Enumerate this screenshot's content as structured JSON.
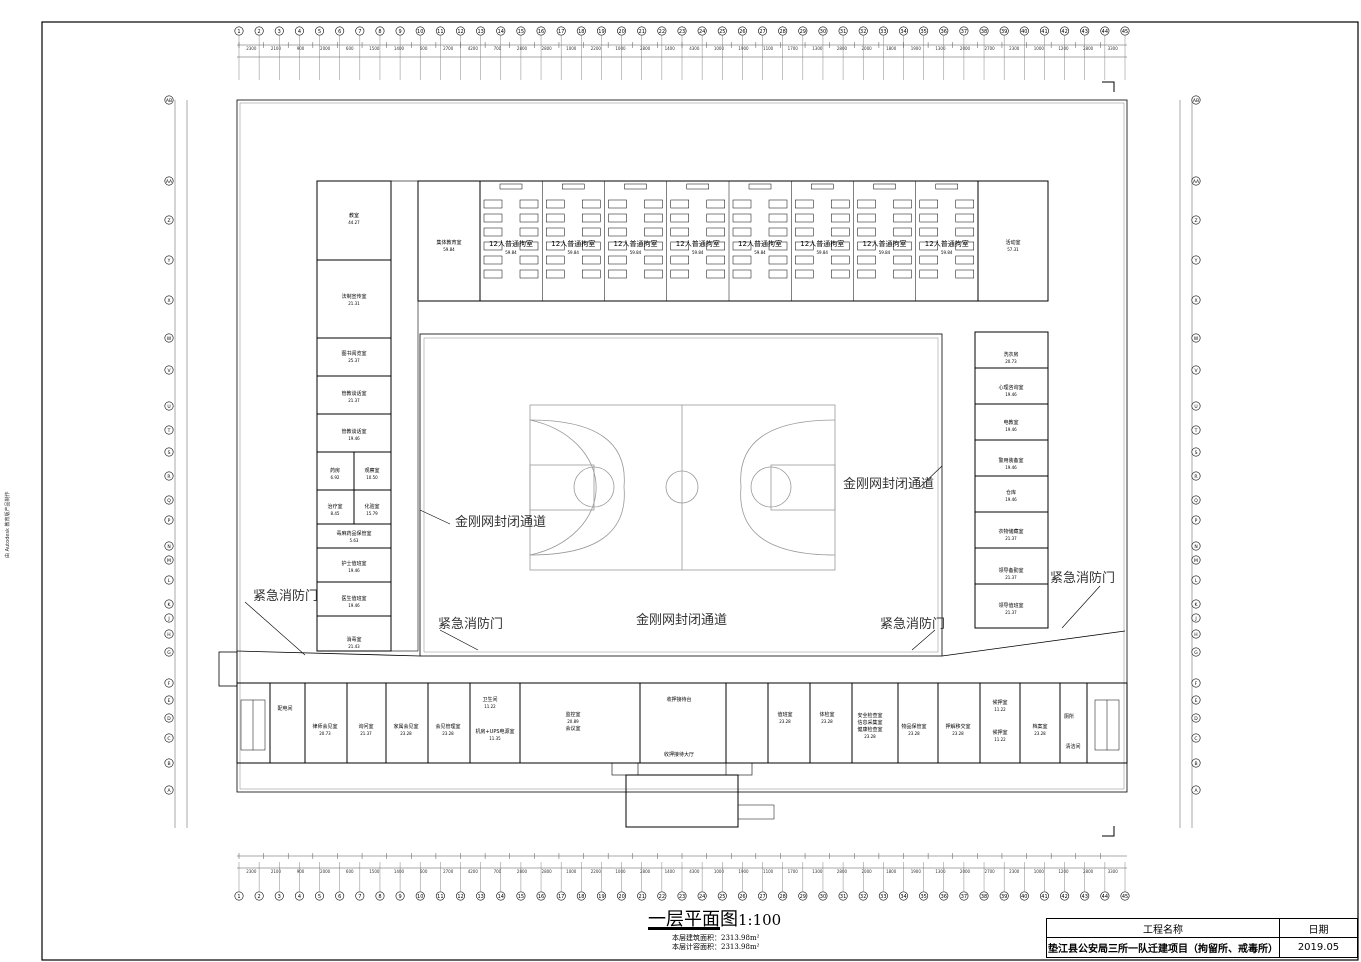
{
  "header_tiny": "",
  "side_note": "由 Autodesk 教育版产品制作",
  "axis_numbers": [
    "1",
    "2",
    "3",
    "4",
    "5",
    "6",
    "7",
    "8",
    "9",
    "10",
    "11",
    "12",
    "13",
    "14",
    "15",
    "16",
    "17",
    "18",
    "19",
    "20",
    "21",
    "22",
    "23",
    "24",
    "25",
    "26",
    "27",
    "28",
    "29",
    "30",
    "31",
    "32",
    "33",
    "34",
    "35",
    "36",
    "37",
    "38",
    "39",
    "40",
    "41",
    "42",
    "43",
    "44",
    "45"
  ],
  "row_letters": [
    "A",
    "B",
    "C",
    "D",
    "E",
    "F",
    "G",
    "H",
    "J",
    "K",
    "L",
    "M",
    "N",
    "P",
    "Q",
    "R",
    "S",
    "T",
    "U",
    "V",
    "W",
    "X",
    "Y",
    "Z",
    "AA",
    "AB"
  ],
  "rooms": {
    "classroom": {
      "name": "教室",
      "area": "44.27"
    },
    "law_room": {
      "name": "法制宣传室",
      "area": "21.31"
    },
    "library": {
      "name": "图书阅览室",
      "area": "25.37"
    },
    "education": {
      "name": "管教谈话室",
      "area": "21.37"
    },
    "talk": {
      "name": "管教谈话室",
      "area": "19.46"
    },
    "pharmacy": {
      "name": "药房",
      "area": "6.92"
    },
    "observe": {
      "name": "观察室",
      "area": "10.50"
    },
    "treatment": {
      "name": "治疗室",
      "area": "8.45"
    },
    "infusion": {
      "name": "化验室",
      "area": "15.79"
    },
    "drug_store": {
      "name": "毒麻药品保管室",
      "area": "5.63"
    },
    "nurse_duty": {
      "name": "护士值班室",
      "area": "19.46"
    },
    "doctor_duty": {
      "name": "医生值班室",
      "area": "19.46"
    },
    "disinfect": {
      "name": "消毒室",
      "area": "21.43"
    },
    "collective_edu": {
      "name": "集体教育室",
      "area": "59.84"
    },
    "activity": {
      "name": "活动室",
      "area": "57.31"
    },
    "holding_label": "12人普通拘室",
    "holding_area": "59.84",
    "laundry": {
      "name": "洗衣房",
      "area": "20.73"
    },
    "psych": {
      "name": "心理咨询室",
      "area": "19.46"
    },
    "power": {
      "name": "电教室",
      "area": "19.46"
    },
    "police_equip": {
      "name": "警用装备室",
      "area": "19.46"
    },
    "warehouse": {
      "name": "仓库",
      "area": "19.46"
    },
    "property": {
      "name": "衣物储藏室",
      "area": "21.37"
    },
    "leader_rest": {
      "name": "领导备勤室",
      "area": "21.37"
    },
    "leader_duty": {
      "name": "领导值班室",
      "area": "21.37"
    },
    "lawyer": {
      "name": "律师会见室",
      "area": "20.73"
    },
    "interrogate": {
      "name": "询问室",
      "area": "21.37"
    },
    "family_meet": {
      "name": "家属会见室",
      "area": "23.28"
    },
    "meeting_mgmt": {
      "name": "会见管理室",
      "area": "23.28"
    },
    "toilet_s": {
      "name": "卫生间",
      "area": "11.22"
    },
    "ups": {
      "name": "机房+UPS电源室",
      "area": "11.35"
    },
    "control": {
      "name": "监控室",
      "area": "20.89"
    },
    "control_sub": "会议室",
    "reception": {
      "name": "收押接待大厅"
    },
    "reception_desk": {
      "name": "收押接待台"
    },
    "search": {
      "name": "值班室",
      "area": "23.28"
    },
    "inspection": {
      "name": "体检室",
      "area": "23.28"
    },
    "security": {
      "name": "安全检查室\n信息采集室\n健康检查室",
      "area": "23.28"
    },
    "belongings": {
      "name": "物品保管室",
      "area": "23.28"
    },
    "escort": {
      "name": "押解移交室",
      "area": "23.28"
    },
    "waiting1": {
      "name": "候押室",
      "area": "11.22"
    },
    "waiting2": {
      "name": "候押室",
      "area": "11.22"
    },
    "duty_room": {
      "name": "档案室",
      "area": "23.28"
    },
    "washroom": {
      "name": "厕所"
    },
    "cleaner": {
      "name": "清洁间"
    },
    "power_room": {
      "name": "配电间"
    }
  },
  "labels": {
    "fence_left": "金刚网封闭通道",
    "fence_right": "金刚网封闭通道",
    "fence_bottom": "金刚网封闭通道",
    "fire_door_left": "紧急消防门",
    "fire_door_right": "紧急消防门",
    "fire_door_bottom_left": "紧急消防门",
    "fire_door_bottom_right": "紧急消防门"
  },
  "drawing": {
    "title": "一层平面图",
    "scale": "1:100",
    "area_built": "本层建筑面积：2313.98m²",
    "area_calc": "本层计容面积：2313.98m²"
  },
  "title_block": {
    "project_label": "工程名称",
    "project_name": "垫江县公安局三所一队迁建项目（拘留所、戒毒所）",
    "date_label": "日期",
    "date_value": "2019.05"
  },
  "dim_top": [
    "2300",
    "2100",
    "900",
    "2000",
    "600",
    "1500",
    "1400",
    "600",
    "2700",
    "4200",
    "700",
    "2800",
    "2800",
    "1000",
    "2200",
    "1000",
    "2800",
    "1400",
    "4300",
    "1000",
    "1900",
    "1100",
    "1700",
    "1300",
    "2800",
    "2000",
    "1800",
    "1900",
    "1300",
    "2000",
    "2700",
    "2300",
    "1000",
    "1200",
    "2800",
    "3300"
  ]
}
